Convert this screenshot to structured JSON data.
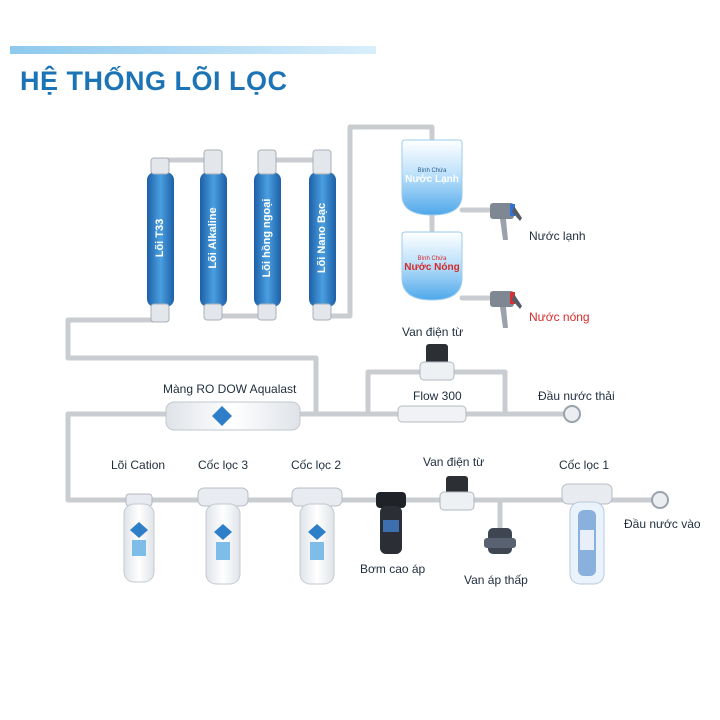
{
  "title": "HỆ THỐNG LÕI LỌC",
  "filters_inline": [
    {
      "label": "Lõi T33"
    },
    {
      "label": "Lõi Alkaline"
    },
    {
      "label": "Lõi hồng ngoại"
    },
    {
      "label": "Lõi Nano Bạc"
    }
  ],
  "tanks": {
    "cold": {
      "small": "Bình Chứa",
      "big": "Nước Lạnh"
    },
    "hot": {
      "small": "Bình Chứa",
      "big": "Nước Nóng"
    }
  },
  "taps": {
    "cold": "Nước lạnh",
    "hot": "Nước nóng"
  },
  "labels": {
    "solenoid_top": "Van điện từ",
    "ro_membrane": "Màng RO DOW Aqualast",
    "flow": "Flow 300",
    "waste_outlet": "Đầu nước thải",
    "cation": "Lõi Cation",
    "filter3": "Cốc lọc 3",
    "filter2": "Cốc lọc 2",
    "solenoid_bottom": "Van điện từ",
    "filter1": "Cốc lọc 1",
    "pump": "Bơm cao áp",
    "low_pressure_valve": "Van áp thấp",
    "inlet": "Đầu nước vào"
  },
  "colors": {
    "title": "#1c74b6",
    "pipe": "#c9ccd1",
    "filter_blue": "#2f7fc8",
    "tank_blue": "#5fb3ec",
    "hot_text": "#d62a2a"
  }
}
